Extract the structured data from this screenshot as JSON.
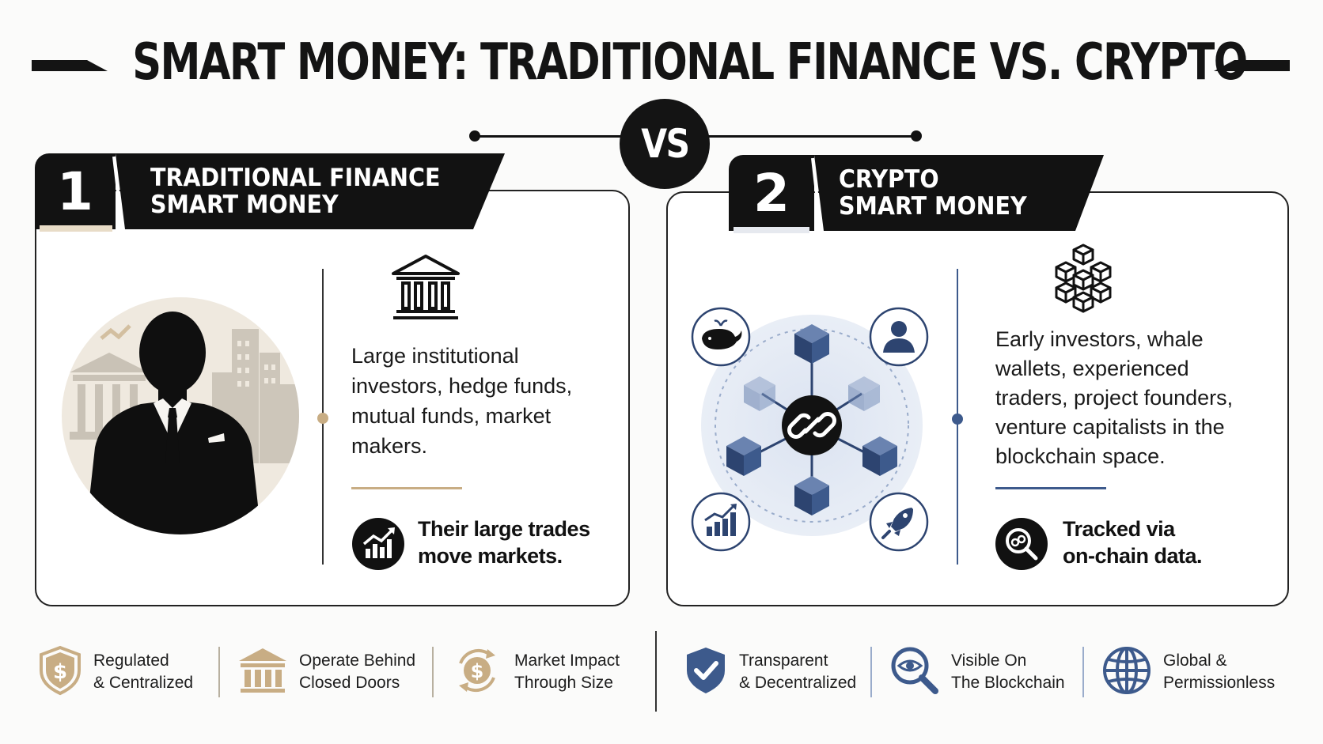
{
  "title": "SMART MONEY: TRADITIONAL FINANCE VS. CRYPTO",
  "vs_label": "VS",
  "left_panel": {
    "number": "1",
    "title_line1": "TRADITIONAL FINANCE",
    "title_line2": "SMART MONEY",
    "description": [
      "Large institutional",
      "investors, hedge funds,",
      "mutual funds, market",
      "makers."
    ],
    "highlight": [
      "Their large trades",
      "move markets."
    ],
    "accent_color": "#c8ad84"
  },
  "right_panel": {
    "number": "2",
    "title_line1": "CRYPTO",
    "title_line2": "SMART MONEY",
    "description": [
      "Early investors, whale",
      "wallets, experienced",
      "traders, project founders,",
      "venture capitalists in the",
      "blockchain space."
    ],
    "highlight": [
      "Tracked via",
      "on-chain data."
    ],
    "accent_color": "#3d5a8c"
  },
  "bottom_features": [
    {
      "icon": "shield-dollar-icon",
      "line1": "Regulated",
      "line2": "& Centralized"
    },
    {
      "icon": "bank-icon",
      "line1": "Operate Behind",
      "line2": "Closed Doors"
    },
    {
      "icon": "coin-cycle-icon",
      "line1": "Market Impact",
      "line2": "Through Size"
    },
    {
      "icon": "shield-check-icon",
      "line1": "Transparent",
      "line2": "& Decentralized"
    },
    {
      "icon": "magnifier-eye-icon",
      "line1": "Visible On",
      "line2": "The Blockchain"
    },
    {
      "icon": "globe-icon",
      "line1": "Global &",
      "line2": "Permissionless"
    }
  ],
  "colors": {
    "ink": "#121212",
    "tan": "#c8ad84",
    "navy": "#2d4470",
    "blue_light": "#dfe6f2"
  }
}
